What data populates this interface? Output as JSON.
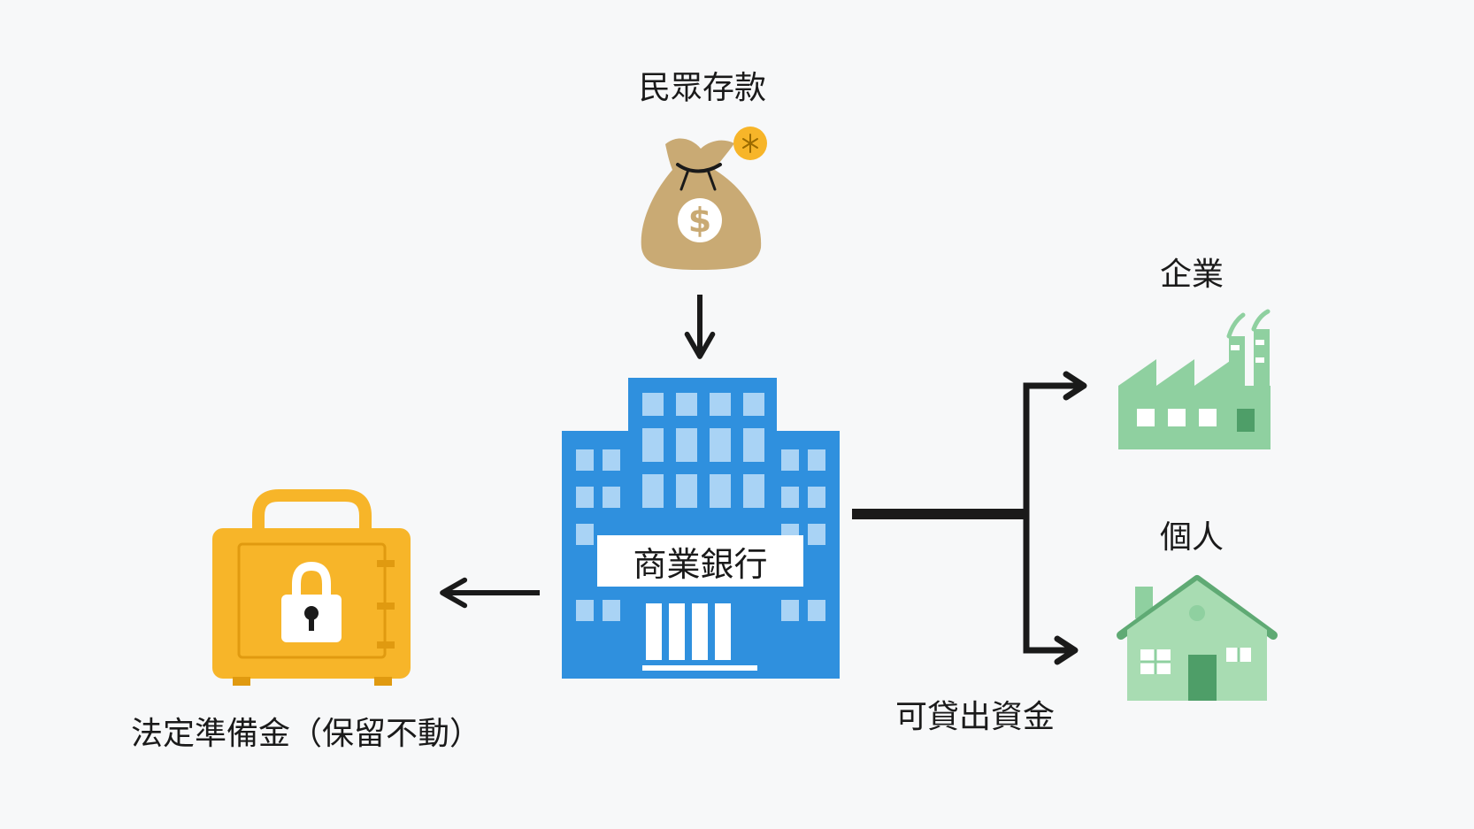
{
  "labels": {
    "deposit": "民眾存款",
    "bank": "商業銀行",
    "enterprise": "企業",
    "individual": "個人",
    "loanable_funds": "可貸出資金",
    "legal_reserve": "法定準備金（保留不動）"
  },
  "icons": {
    "deposit": "money-bag-icon",
    "bank": "bank-building-icon",
    "reserve": "locked-safe-icon",
    "enterprise": "factory-icon",
    "individual": "house-icon"
  },
  "colors": {
    "bank_blue": "#2f90de",
    "safe_yellow": "#f7b529",
    "bag_tan": "#c9aa74",
    "green": "#8fd0a0",
    "arrow": "#1a1a1a"
  }
}
